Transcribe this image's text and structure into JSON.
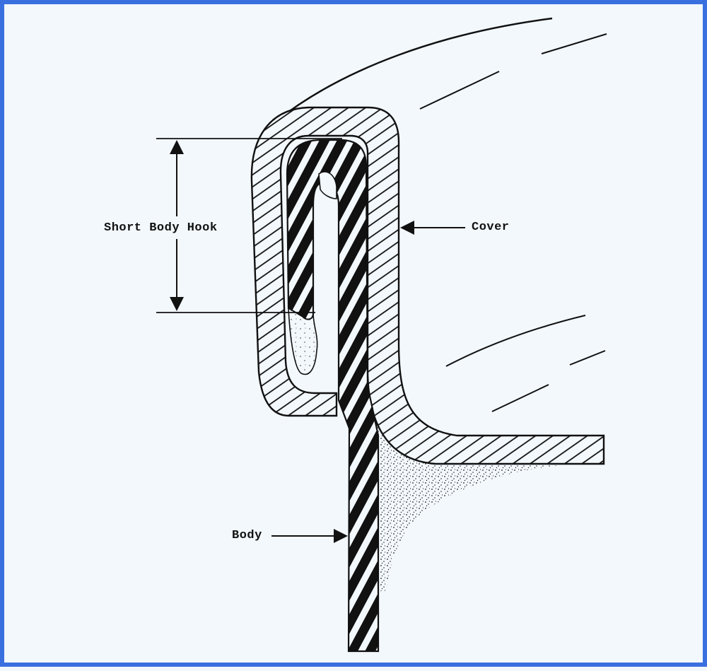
{
  "labels": {
    "short_body_hook": "Short Body Hook",
    "cover": "Cover",
    "body": "Body"
  },
  "colors": {
    "border": "#3a6fe0",
    "background": "#f3f8fd",
    "ink": "#111111"
  }
}
